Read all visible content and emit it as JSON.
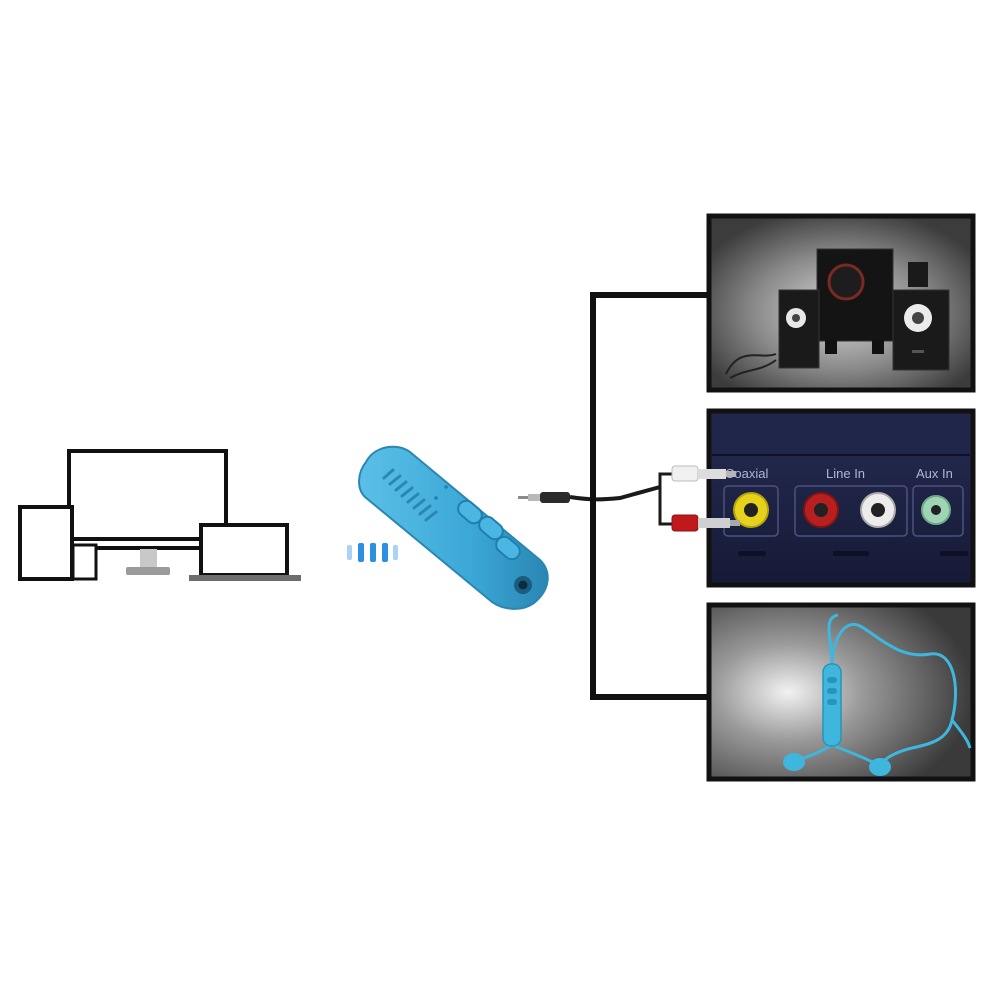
{
  "colors": {
    "background": "#ffffff",
    "outline": "#111111",
    "device_blue": "#3ba7d6",
    "device_blue_dark": "#1f7fae",
    "signal_blue": "#2d8fe0",
    "panel_dark": "#1c2244",
    "rca_red": "#c0191c",
    "rca_white": "#ededed",
    "rca_yellow": "#e6d21a",
    "rca_green": "#9fd4b4"
  },
  "icons": {
    "computer": "computer-devices-icon",
    "receiver": "bluetooth-receiver-icon",
    "signal": "wireless-signal-icon",
    "jack": "3.5mm-jack-icon"
  },
  "panels": [
    {
      "name": "speaker-system",
      "icon": "speaker-set-icon"
    },
    {
      "name": "av-receiver-panel",
      "labels": {
        "coaxial": "Coaxial",
        "line_in": "Line In",
        "aux_in": "Aux In"
      }
    },
    {
      "name": "earphones",
      "icon": "earphones-icon"
    }
  ]
}
